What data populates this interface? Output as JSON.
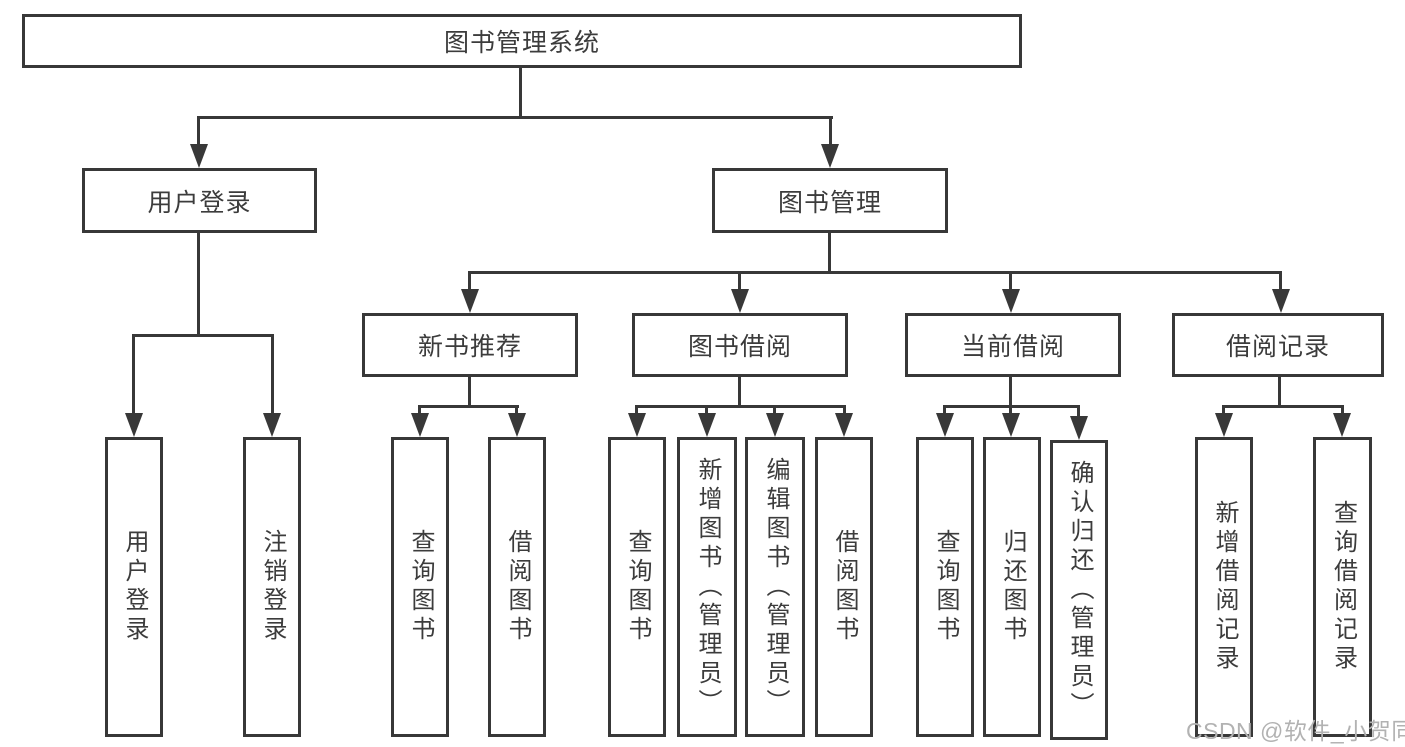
{
  "tree": {
    "root": {
      "label": "图书管理系统"
    },
    "branches": [
      {
        "label": "用户登录",
        "children": [
          {
            "label": "用户登录"
          },
          {
            "label": "注销登录"
          }
        ]
      },
      {
        "label": "图书管理",
        "children": [
          {
            "label": "新书推荐",
            "children": [
              {
                "label": "查询图书"
              },
              {
                "label": "借阅图书"
              }
            ]
          },
          {
            "label": "图书借阅",
            "children": [
              {
                "label": "查询图书"
              },
              {
                "label": "新增图书（管理员）"
              },
              {
                "label": "编辑图书（管理员）"
              },
              {
                "label": "借阅图书"
              }
            ]
          },
          {
            "label": "当前借阅",
            "children": [
              {
                "label": "查询图书"
              },
              {
                "label": "归还图书"
              },
              {
                "label": "确认归还（管理员）"
              }
            ]
          },
          {
            "label": "借阅记录",
            "children": [
              {
                "label": "新增借阅记录"
              },
              {
                "label": "查询借阅记录"
              }
            ]
          }
        ]
      }
    ]
  },
  "watermark": {
    "text": "CSDN @软件_小贺同学",
    "color": "#b2b2b2"
  },
  "colors": {
    "line": "#383838",
    "text": "#3c3c3c",
    "background": "#ffffff"
  }
}
